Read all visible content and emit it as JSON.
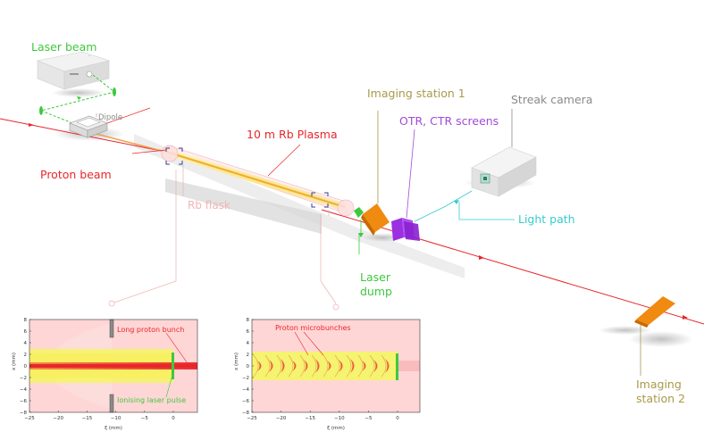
{
  "labels": {
    "laser_beam": "Laser beam",
    "dipole": "Dipole",
    "proton_beam": "Proton beam",
    "rb_plasma": "10 m Rb Plasma",
    "rb_flask": "Rb flask",
    "imaging_station_1": "Imaging station 1",
    "otr_ctr": "OTR, CTR screens",
    "streak_camera": "Streak camera",
    "light_path": "Light path",
    "laser_dump_1": "Laser",
    "laser_dump_2": "dump",
    "imaging_station_2_line1": "Imaging",
    "imaging_station_2_line2": "station 2"
  },
  "colors": {
    "laser": "#3ec83e",
    "proton": "#e8262a",
    "plasma": "#e8901e",
    "flask": "#f0b0b0",
    "imaging": "#a89a4a",
    "otr": "#a24ad8",
    "camera": "#8a8a8a",
    "light": "#38cccc",
    "station_box": "#f08a10",
    "screen_box": "#9b30e0"
  },
  "inset_left": {
    "annotation_top": "Long proton bunch",
    "annotation_bottom": "Ionising laser pulse",
    "ylabel": "x (mm)",
    "xlabel": "ξ (mm)",
    "yticks": [
      "8",
      "6",
      "4",
      "2",
      "0",
      "−2",
      "−4",
      "−6",
      "−8"
    ],
    "xticks": [
      "−25",
      "−20",
      "−15",
      "−10",
      "−5",
      "0"
    ]
  },
  "inset_right": {
    "annotation_top": "Proton microbunches",
    "ylabel": "x (mm)",
    "xlabel": "ξ (mm)",
    "yticks": [
      "8",
      "6",
      "4",
      "2",
      "0",
      "−2",
      "−4",
      "−6",
      "−8"
    ],
    "xticks": [
      "−25",
      "−20",
      "−15",
      "−10",
      "−5",
      "0"
    ]
  }
}
